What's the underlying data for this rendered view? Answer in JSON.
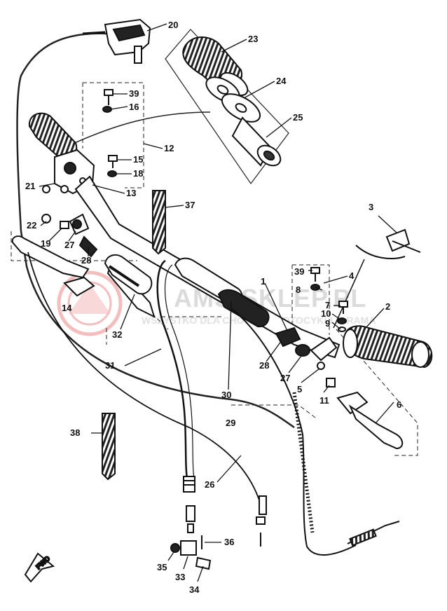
{
  "diagram": {
    "callouts": [
      {
        "id": "c20",
        "text": "20"
      },
      {
        "id": "c23",
        "text": "23"
      },
      {
        "id": "c24",
        "text": "24"
      },
      {
        "id": "c25",
        "text": "25"
      },
      {
        "id": "c39a",
        "text": "39"
      },
      {
        "id": "c16",
        "text": "16"
      },
      {
        "id": "c12",
        "text": "12"
      },
      {
        "id": "c15",
        "text": "15"
      },
      {
        "id": "c18",
        "text": "18"
      },
      {
        "id": "c21",
        "text": "21"
      },
      {
        "id": "c13",
        "text": "13"
      },
      {
        "id": "c37",
        "text": "37"
      },
      {
        "id": "c3",
        "text": "3"
      },
      {
        "id": "c22",
        "text": "22"
      },
      {
        "id": "c19",
        "text": "19"
      },
      {
        "id": "c27a",
        "text": "27"
      },
      {
        "id": "c28a",
        "text": "28"
      },
      {
        "id": "c39b",
        "text": "39"
      },
      {
        "id": "c4",
        "text": "4"
      },
      {
        "id": "c8",
        "text": "8"
      },
      {
        "id": "c1",
        "text": "1"
      },
      {
        "id": "c14",
        "text": "14"
      },
      {
        "id": "c7",
        "text": "7"
      },
      {
        "id": "c2",
        "text": "2"
      },
      {
        "id": "c10",
        "text": "10"
      },
      {
        "id": "c9",
        "text": "9"
      },
      {
        "id": "c32",
        "text": "32"
      },
      {
        "id": "c31",
        "text": "31"
      },
      {
        "id": "c28b",
        "text": "28"
      },
      {
        "id": "c27b",
        "text": "27"
      },
      {
        "id": "c5",
        "text": "5"
      },
      {
        "id": "c11",
        "text": "11"
      },
      {
        "id": "c30",
        "text": "30"
      },
      {
        "id": "c6",
        "text": "6"
      },
      {
        "id": "c29",
        "text": "29"
      },
      {
        "id": "c38",
        "text": "38"
      },
      {
        "id": "c26",
        "text": "26"
      },
      {
        "id": "c36",
        "text": "36"
      },
      {
        "id": "c35",
        "text": "35"
      },
      {
        "id": "c33",
        "text": "33"
      },
      {
        "id": "c34",
        "text": "34"
      }
    ],
    "fwd_label": "FWD",
    "watermark": {
      "brand": "AMS-SKLEP.PL",
      "tagline": "WSZYSTKO DLA CHOWU ... MOTOCYKLI ... RAMA"
    }
  }
}
